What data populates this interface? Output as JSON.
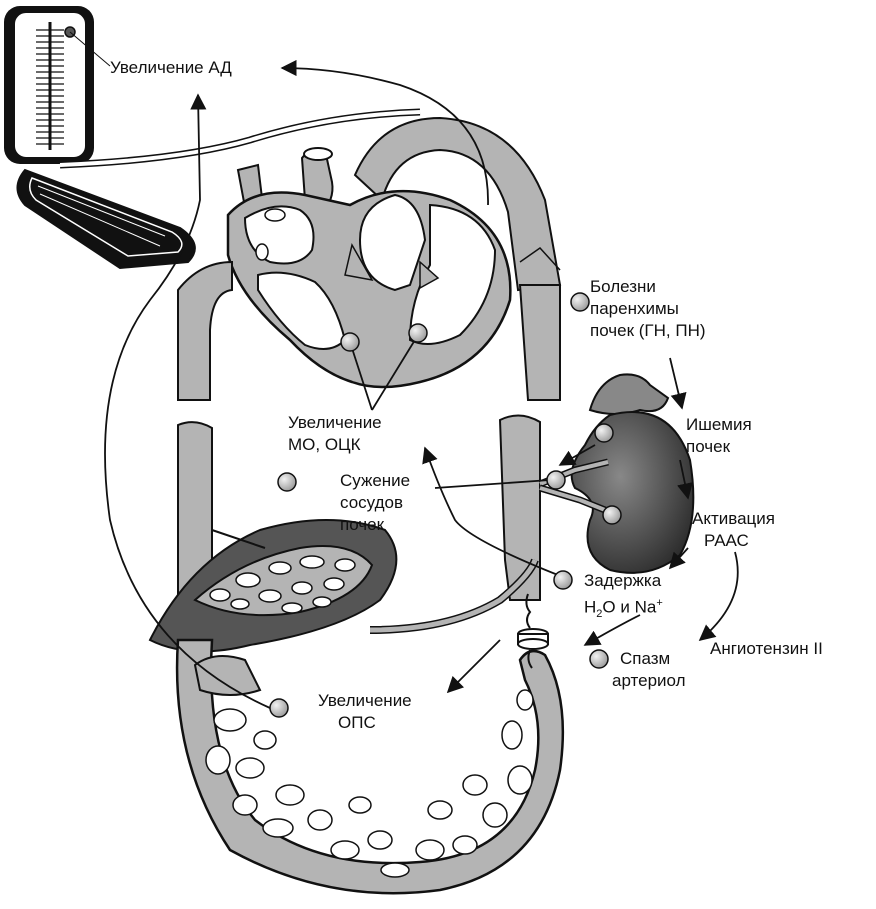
{
  "labels": {
    "bp_increase": "Увеличение АД",
    "parenchyma": [
      "Болезни",
      "паренхимы",
      "почек (ГН, ПН)"
    ],
    "mo_ock": [
      "Увеличение",
      "МО, ОЦК"
    ],
    "ischemia": [
      "Ишемия",
      "почек"
    ],
    "vasoconstriction": [
      "Сужение",
      "сосудов",
      "почек"
    ],
    "raas": [
      "Активация",
      "РААС"
    ],
    "retention_line1": "Задержка",
    "retention_h": "H",
    "retention_sub": "2",
    "retention_mid": "O и Na",
    "retention_sup": "+",
    "angiotensin": "Ангиотензин II",
    "spasm": [
      "Спазм",
      "артериол"
    ],
    "ops": [
      "Увеличение",
      "ОПС"
    ]
  },
  "colors": {
    "organ_gray": "#b4b4b4",
    "dark_gray": "#555555",
    "line": "#111111",
    "kidney_dark": "#3a3a3a",
    "marker": "#c8c8c8"
  }
}
